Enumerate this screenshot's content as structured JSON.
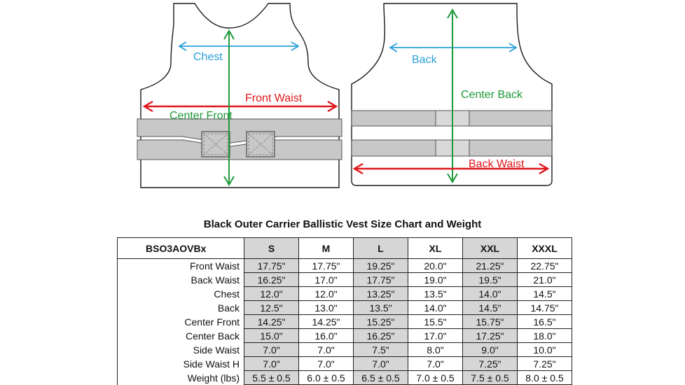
{
  "diagram": {
    "front_labels": {
      "chest": "Chest",
      "front_waist": "Front Waist",
      "center_front": "Center Front"
    },
    "back_labels": {
      "back": "Back",
      "center_back": "Center Back",
      "back_waist": "Back Waist"
    },
    "colors": {
      "blue": "#2a9fd8",
      "red": "#e0161b",
      "green": "#1e9a3a",
      "strap": "#c8c8c8"
    }
  },
  "table": {
    "title": "Black Outer Carrier Ballistic Vest Size Chart and Weight",
    "model": "BSO3AOVBx",
    "sizes": [
      "S",
      "M",
      "L",
      "XL",
      "XXL",
      "XXXL"
    ],
    "shaded_columns": [
      0,
      2,
      4
    ],
    "rows": [
      {
        "label": "Front Waist",
        "values": [
          "17.75\"",
          "17.75\"",
          "19.25\"",
          "20.0\"",
          "21.25\"",
          "22.75\""
        ]
      },
      {
        "label": "Back Waist",
        "values": [
          "16.25\"",
          "17.0\"",
          "17.75\"",
          "19.0\"",
          "19.5\"",
          "21.0\""
        ]
      },
      {
        "label": "Chest",
        "values": [
          "12.0\"",
          "12.0\"",
          "13.25\"",
          "13.5\"",
          "14.0\"",
          "14.5\""
        ]
      },
      {
        "label": "Back",
        "values": [
          "12.5\"",
          "13.0\"",
          "13.5\"",
          "14.0\"",
          "14.5\"",
          "14.75\""
        ]
      },
      {
        "label": "Center Front",
        "values": [
          "14.25\"",
          "14.25\"",
          "15.25\"",
          "15.5\"",
          "15.75\"",
          "16.5\""
        ]
      },
      {
        "label": "Center Back",
        "values": [
          "15.0\"",
          "16.0\"",
          "16.25\"",
          "17.0\"",
          "17.25\"",
          "18.0\""
        ]
      },
      {
        "label": "Side Waist",
        "values": [
          "7.0\"",
          "7.0\"",
          "7.5\"",
          "8.0\"",
          "9.0\"",
          "10.0\""
        ]
      },
      {
        "label": "Side Waist H",
        "values": [
          "7.0\"",
          "7.0\"",
          "7.0\"",
          "7.0\"",
          "7.25\"",
          "7.25\""
        ]
      },
      {
        "label": "Weight (lbs)",
        "values": [
          "5.5 ± 0.5",
          "6.0  ± 0.5",
          "6.5 ± 0.5",
          "7.0 ± 0.5",
          "7.5 ± 0.5",
          "8.0 ± 0.5"
        ]
      }
    ]
  }
}
